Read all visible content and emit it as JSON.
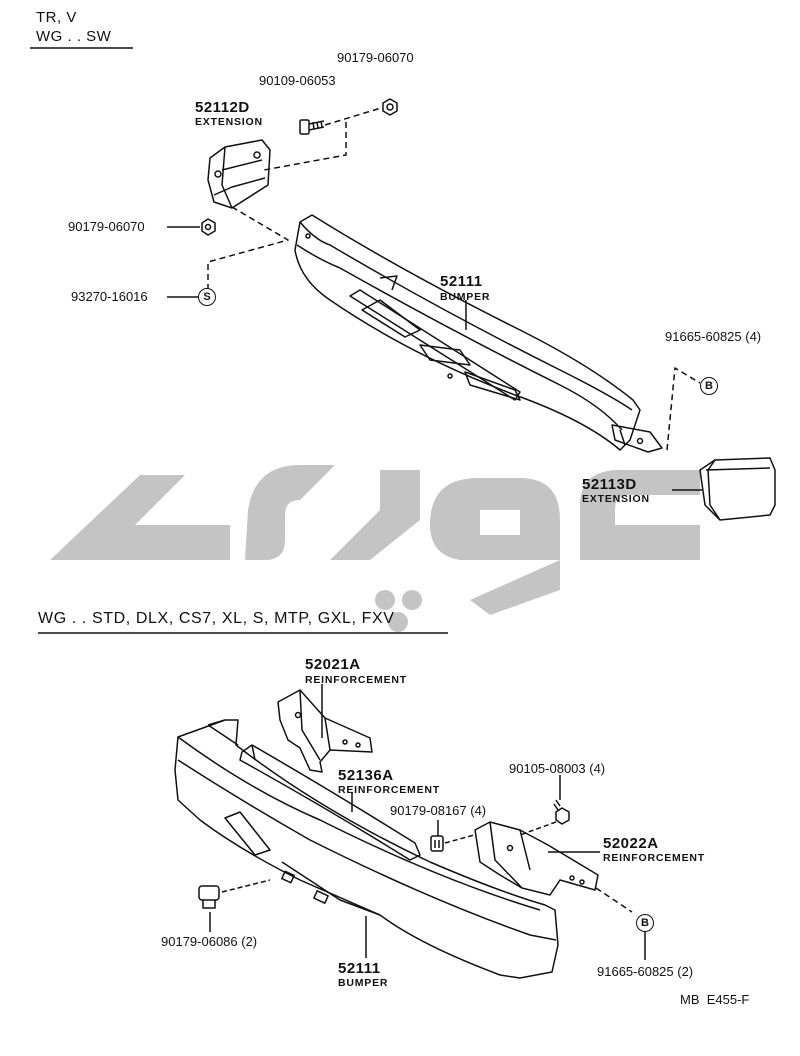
{
  "top_header": {
    "line1": "TR, V",
    "line2": "WG . . SW"
  },
  "bottom_header": "WG . . STD, DLX, CS7, XL, S, MTP, GXL, FXV",
  "top_parts": {
    "nut_top": "90179-06070",
    "bolt_top": "90109-06053",
    "ext_left_number": "52112D",
    "ext_left_name": "EXTENSION",
    "nut_left": "90179-06070",
    "screw_left": "93270-16016",
    "screw_left_marker": "S",
    "bumper_number": "52111",
    "bumper_name": "BUMPER",
    "clip_right": "91665-60825 (4)",
    "clip_right_marker": "B",
    "ext_right_number": "52113D",
    "ext_right_name": "EXTENSION"
  },
  "bottom_parts": {
    "reinf_a_number": "52021A",
    "reinf_a_name": "REINFORCEMENT",
    "reinf_b_number": "52136A",
    "reinf_b_name": "REINFORCEMENT",
    "nut_mid": "90179-08167 (4)",
    "bolt_right": "90105-08003 (4)",
    "reinf_c_number": "52022A",
    "reinf_c_name": "REINFORCEMENT",
    "nut_left_bottom": "90179-06086 (2)",
    "bumper_number": "52111",
    "bumper_name": "BUMPER",
    "clip_bottom": "91665-60825 (2)",
    "clip_bottom_marker": "B"
  },
  "footer_code": "MB  E455-F"
}
